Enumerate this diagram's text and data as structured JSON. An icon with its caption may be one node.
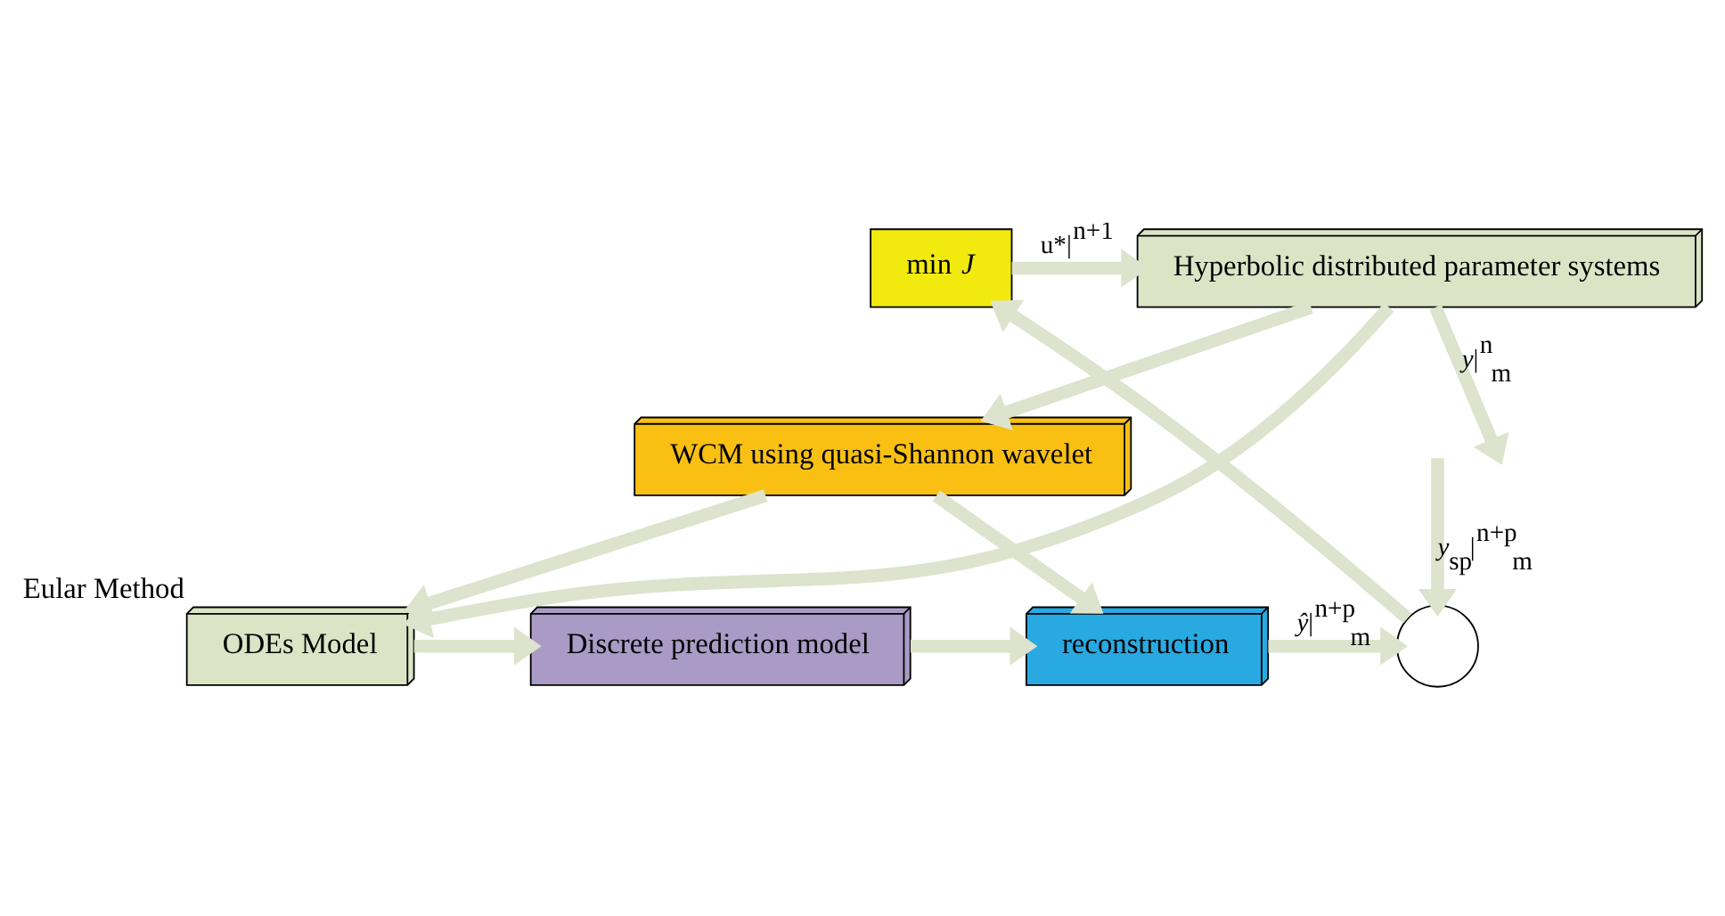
{
  "diagram": {
    "nodes": [
      {
        "text": [
          "min *J*"
        ]
      },
      {
        "text": [
          "Hyperbolic distributed parameter systems"
        ]
      },
      {
        "text": [
          "WCM using quasi-Shannon wavelet"
        ]
      },
      {
        "text": [
          "ODEs Model"
        ],
        "beside": [
          "Eular Method"
        ]
      },
      {
        "text": [
          "Discrete prediction model"
        ]
      },
      {
        "text": [
          "reconstruction"
        ]
      },
      {
        "text": [],
        "shape": "circle"
      }
    ],
    "edges": [
      {
        "from": 0,
        "to": 1,
        "arrow": "to",
        "label": "u*|$^{n+1}$"
      },
      {
        "from": 1,
        "to": 2,
        "arrow": "to"
      },
      {
        "from": 1,
        "to": null,
        "arrow": "to",
        "label": "*y*|$^{n}$$_{m}$"
      },
      {
        "from": 1,
        "to": 3,
        "arrow": "to"
      },
      {
        "from": 2,
        "to": 5,
        "arrow": "to"
      },
      {
        "from": 2,
        "to": 3,
        "arrow": "to"
      },
      {
        "from": 3,
        "to": 4,
        "arrow": "to"
      },
      {
        "from": 4,
        "to": 5,
        "arrow": "to"
      },
      {
        "from": 5,
        "to": 6,
        "arrow": "to",
        "label": "*ŷ*|$^{n+p}$$_{m}$"
      },
      {
        "from": 6,
        "to": 0,
        "arrow": "to"
      },
      {
        "from": null,
        "to": 6,
        "arrow": "to",
        "label": "*y*$_{sp}$|$^{n+p}$$_{m}$"
      }
    ]
  }
}
